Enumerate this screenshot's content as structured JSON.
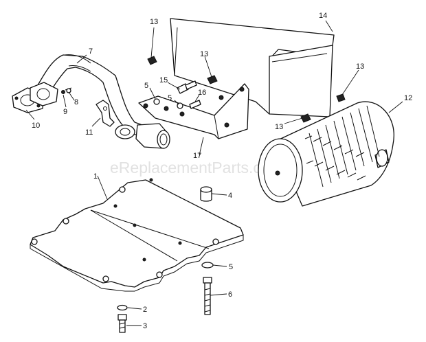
{
  "watermark": "eReplacementParts.com",
  "callouts": {
    "c1": "1",
    "c2": "2",
    "c3": "3",
    "c4": "4",
    "c5a": "5",
    "c5b": "5",
    "c5c": "5",
    "c6": "6",
    "c7": "7",
    "c8": "8",
    "c9": "9",
    "c10": "10",
    "c11": "11",
    "c12": "12",
    "c13a": "13",
    "c13b": "13",
    "c13c": "13",
    "c13d": "13",
    "c14": "14",
    "c15": "15",
    "c16": "16",
    "c17": "17"
  }
}
